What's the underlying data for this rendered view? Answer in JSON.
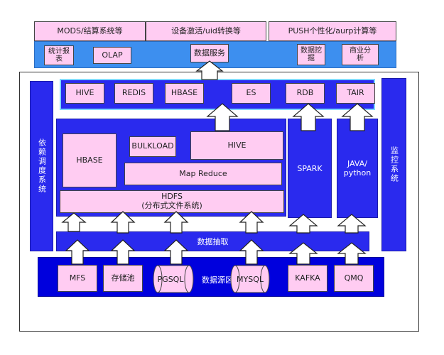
{
  "top": {
    "cells": [
      "MODS/结算系统等",
      "设备激活/uid转换等",
      "PUSH个性化/aurp计算等"
    ],
    "services": [
      "统计报表",
      "OLAP",
      "数据服务",
      "数据挖掘",
      "商业分析"
    ]
  },
  "storage": [
    "HIVE",
    "REDIS",
    "HBASE",
    "ES",
    "RDB",
    "TAIR"
  ],
  "side": {
    "left": "依赖调度系统",
    "right": "监控系统"
  },
  "compute": {
    "hbase": "HBASE",
    "bulkload": "BULKLOAD",
    "hive": "HIVE",
    "mapreduce": "Map Reduce",
    "hdfs_line1": "HDFS",
    "hdfs_line2": "(分布式文件系统)",
    "spark": "SPARK",
    "java": "JAVA/\npython"
  },
  "extract": "数据抽取",
  "sources": {
    "title": "数据源区",
    "items": [
      "MFS",
      "存储池",
      "PGSQL",
      "MYSQL",
      "KAFKA",
      "QMQ"
    ]
  },
  "colors": {
    "blue": "#2a2aee",
    "source_blue": "#0000dd",
    "pink": "#ffccf2",
    "light_blue": "#3d8fef"
  }
}
